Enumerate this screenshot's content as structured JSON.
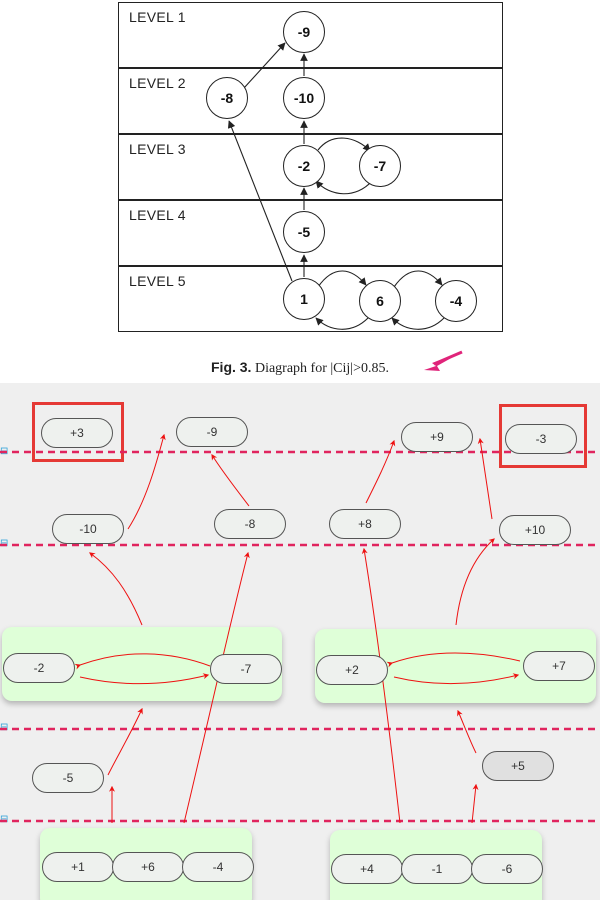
{
  "figure": {
    "levels": [
      "LEVEL 1",
      "LEVEL 2",
      "LEVEL 3",
      "LEVEL 4",
      "LEVEL 5"
    ],
    "nodes": {
      "n_m9": "-9",
      "n_m8": "-8",
      "n_m10": "-10",
      "n_m2": "-2",
      "n_m7": "-7",
      "n_m5": "-5",
      "n_1": "1",
      "n_6": "6",
      "n_m4": "-4"
    },
    "caption_prefix": "Fig. 3.",
    "caption_text": "Diagraph for |Cij|>0.85."
  },
  "editor": {
    "pills": {
      "p_plus3": "+3",
      "p_m9": "-9",
      "p_plus9": "+9",
      "p_m3": "-3",
      "p_m10": "-10",
      "p_m8": "-8",
      "p_plus8": "+8",
      "p_plus10": "+10",
      "p_m2": "-2",
      "p_m7": "-7",
      "p_plus2": "+2",
      "p_plus7": "+7",
      "p_m5": "-5",
      "p_plus5": "+5",
      "p_plus1": "+1",
      "p_plus6": "+6",
      "p_m4": "-4",
      "p_plus4": "+4",
      "p_m1": "-1",
      "p_m6": "-6"
    },
    "colors": {
      "level_line": "#e0245e",
      "arrow": "#ee1111",
      "highlight_box": "#e53935",
      "group_fill": "#dfffd8"
    }
  }
}
